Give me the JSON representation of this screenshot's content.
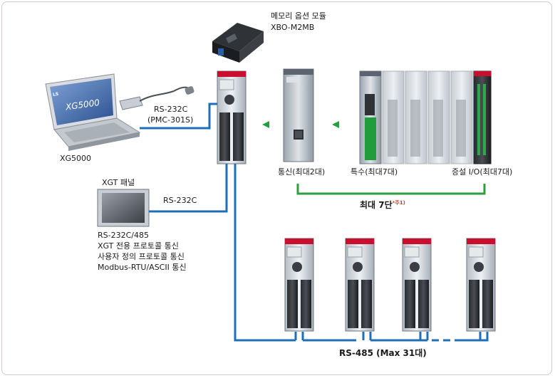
{
  "labels": {
    "memory_module_ko": "메모리 옵션 모듈",
    "memory_module_model": "XBO-M2MB",
    "laptop_cable_line1": "RS-232C",
    "laptop_cable_line2": "(PMC-301S)",
    "laptop_name": "XG5000",
    "laptop_screen_brand": "XG5000",
    "panel_title": "XGT 패널",
    "panel_link": "RS-232C",
    "panel_note_1": "RS-232C/485",
    "panel_note_2": "XGT 전용 프로토콜 통신",
    "panel_note_3": "사용자 정의 프로토콜 통신",
    "panel_note_4": "Modbus-RTU/ASCII 통신",
    "comm_module": "통신(최대2대)",
    "special_module": "특수(최대7대)",
    "io_module": "증설 I/O(최대7대)",
    "max_stages": "최대 7단",
    "max_stages_note": "*주1)",
    "rs485": "RS-485 (Max 31대)"
  },
  "colors": {
    "link_blue": "#1f6fb8",
    "bracket_green": "#2e9e3e",
    "arrow_green": "#22a040",
    "plc_red": "#c8102e"
  }
}
